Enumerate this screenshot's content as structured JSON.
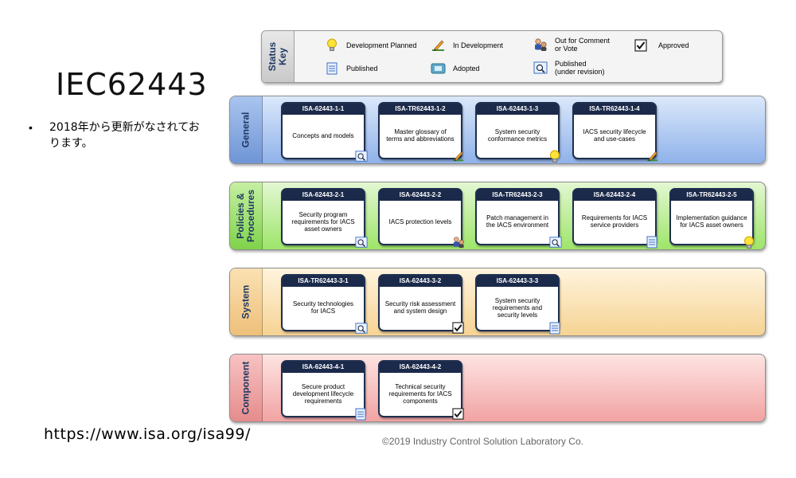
{
  "slide": {
    "title": "IEC62443",
    "bullet_symbol": "•",
    "bullet": "2018年から更新がなされております。",
    "url": "https://www.isa.org/isa99/",
    "copyright": "©2019 Industry Control Solution Laboratory Co."
  },
  "status_key": {
    "label": "Status\nKey",
    "items": [
      {
        "label": "Development Planned",
        "icon": "lightbulb-icon"
      },
      {
        "label": "In Development",
        "icon": "pencil-icon"
      },
      {
        "label": "Out for Comment\nor Vote",
        "icon": "people-icon"
      },
      {
        "label": "Approved",
        "icon": "checkbox-icon"
      },
      {
        "label": "Published",
        "icon": "document-icon"
      },
      {
        "label": "Adopted",
        "icon": "adopted-icon"
      },
      {
        "label": "Published\n(under revision)",
        "icon": "magnifier-document-icon"
      }
    ]
  },
  "bands": [
    {
      "label": "General",
      "docs": [
        {
          "id": "ISA-62443-1-1",
          "title": "Concepts and models",
          "status": "magnifier-document-icon"
        },
        {
          "id": "ISA-TR62443-1-2",
          "title": "Master glossary of\nterms and abbreviations",
          "status": "pencil-icon"
        },
        {
          "id": "ISA-62443-1-3",
          "title": "System security\nconformance metrics",
          "status": "lightbulb-icon"
        },
        {
          "id": "ISA-TR62443-1-4",
          "title": "IACS security lifecycle\nand use-cases",
          "status": "pencil-icon"
        }
      ]
    },
    {
      "label": "Policies &\nProcedures",
      "docs": [
        {
          "id": "ISA-62443-2-1",
          "title": "Security program\nrequirements for IACS\nasset owners",
          "status": "magnifier-document-icon"
        },
        {
          "id": "ISA-62443-2-2",
          "title": "IACS protection levels",
          "status": "people-icon"
        },
        {
          "id": "ISA-TR62443-2-3",
          "title": "Patch management in\nthe IACS environment",
          "status": "magnifier-document-icon"
        },
        {
          "id": "ISA-62443-2-4",
          "title": "Requirements for IACS\nservice providers",
          "status": "document-icon"
        },
        {
          "id": "ISA-TR62443-2-5",
          "title": "Implementation guidance\nfor IACS asset owners",
          "status": "lightbulb-icon"
        }
      ]
    },
    {
      "label": "System",
      "docs": [
        {
          "id": "ISA-TR62443-3-1",
          "title": "Security technologies\nfor IACS",
          "status": "magnifier-document-icon"
        },
        {
          "id": "ISA-62443-3-2",
          "title": "Security risk assessment\nand system design",
          "status": "checkbox-icon"
        },
        {
          "id": "ISA-62443-3-3",
          "title": "System security\nrequirements and\nsecurity levels",
          "status": "document-icon"
        }
      ]
    },
    {
      "label": "Component",
      "docs": [
        {
          "id": "ISA-62443-4-1",
          "title": "Secure product\ndevelopment lifecycle\nrequirements",
          "status": "document-icon"
        },
        {
          "id": "ISA-62443-4-2",
          "title": "Technical security\nrequirements for IACS\ncomponents",
          "status": "checkbox-icon"
        }
      ]
    }
  ]
}
